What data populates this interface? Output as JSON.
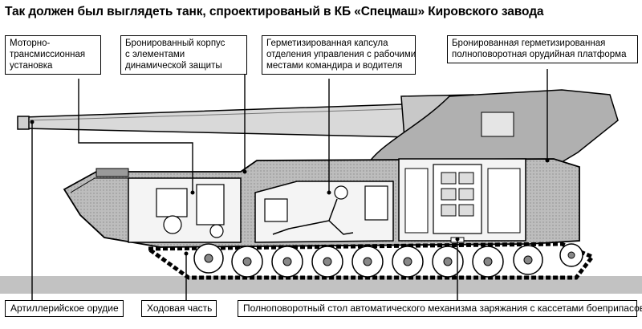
{
  "title": "Так должен был выглядеть танк, спроектированый в КБ «Спецмаш» Кировского завода",
  "callouts": {
    "engine": [
      "Моторно-",
      "трансмиссионная",
      "установка"
    ],
    "armor": [
      "Бронированный корпус",
      "с элементами",
      "динамической защиты"
    ],
    "capsule": [
      "Герметизированная капсула",
      "отделения управления с рабочими",
      "местами командира и водителя"
    ],
    "platform": [
      "Бронированная герметизированная",
      "полноповоротная орудийная платформа"
    ]
  },
  "bottom_labels": {
    "gun": "Артиллерийское орудие",
    "chassis": "Ходовая часть",
    "autoloader": "Полноповоротный стол автоматического механизма заряжания с кассетами боеприпасов"
  }
}
